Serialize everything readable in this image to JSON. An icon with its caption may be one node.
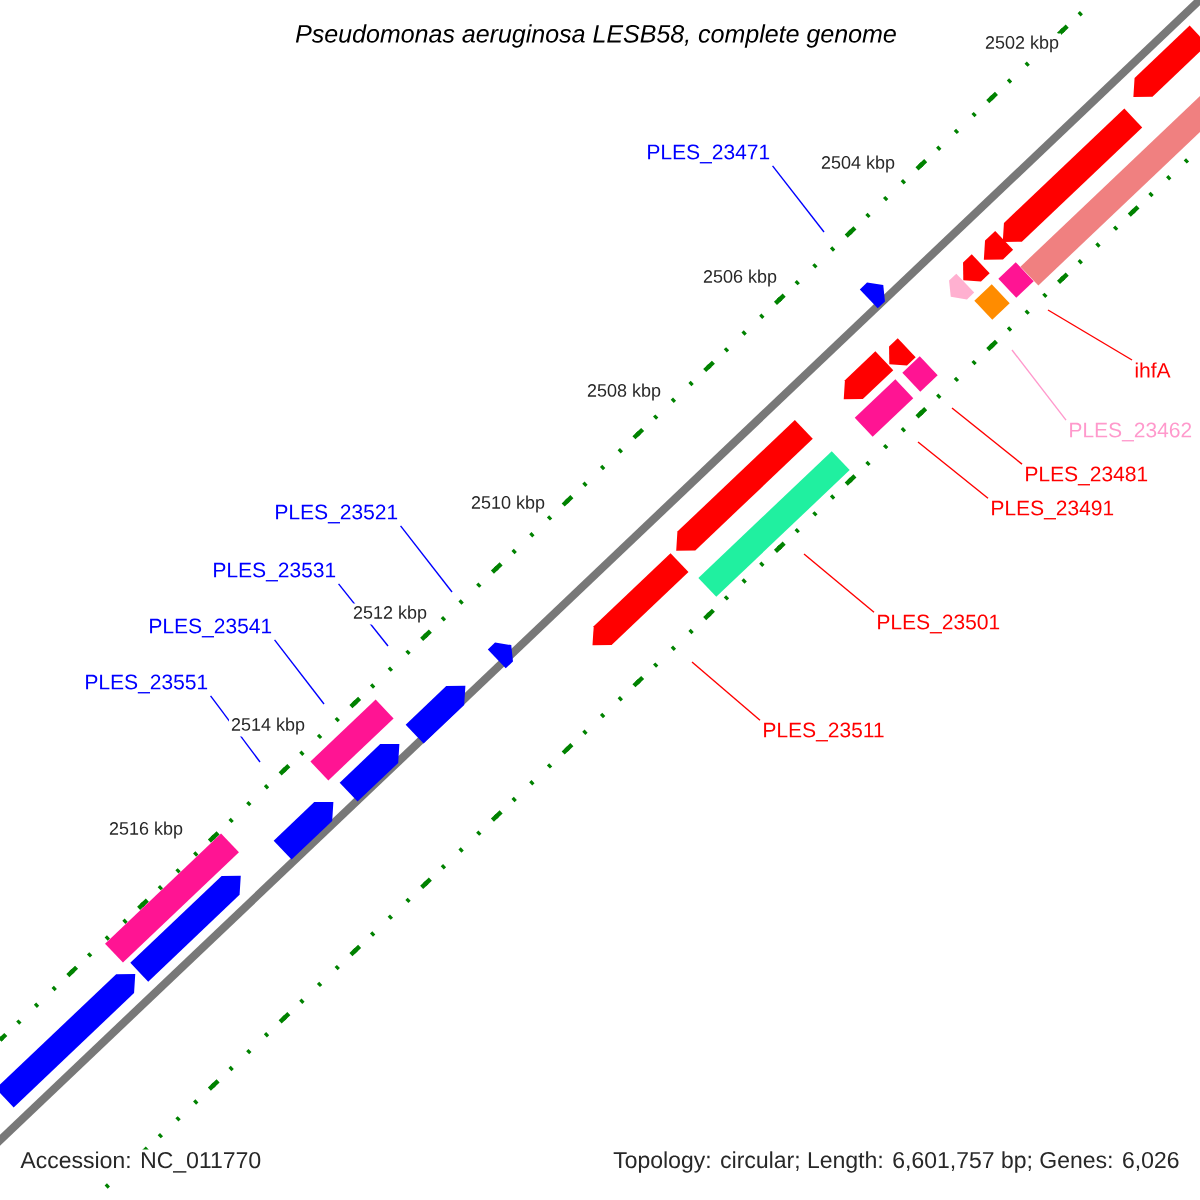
{
  "diagram": {
    "title": "Pseudomonas aeruginosa LESB58, complete genome",
    "nodes": [
      {
        "text": [
          "PLES_23471"
        ]
      },
      {
        "text": [
          "ihfA"
        ]
      },
      {
        "text": [
          "PLES_23462"
        ]
      },
      {
        "text": [
          "PLES_23481"
        ]
      },
      {
        "text": [
          "PLES_23491"
        ]
      },
      {
        "text": [
          "PLES_23501"
        ]
      },
      {
        "text": [
          "PLES_23511"
        ]
      },
      {
        "text": [
          "PLES_23521"
        ]
      },
      {
        "text": [
          "PLES_23531"
        ]
      },
      {
        "text": [
          "PLES_23541"
        ]
      },
      {
        "text": [
          "PLES_23551"
        ]
      }
    ],
    "edges": [
      {
        "from": 0,
        "to": null,
        "arrow": "none",
        "color": "#0000ff"
      },
      {
        "from": 1,
        "to": null,
        "arrow": "none",
        "color": "#ff0000"
      },
      {
        "from": 2,
        "to": null,
        "arrow": "none",
        "color": "#ff99cc"
      },
      {
        "from": 3,
        "to": null,
        "arrow": "none",
        "color": "#ff0000"
      },
      {
        "from": 4,
        "to": null,
        "arrow": "none",
        "color": "#ff0000"
      },
      {
        "from": 5,
        "to": null,
        "arrow": "none",
        "color": "#ff0000"
      },
      {
        "from": 6,
        "to": null,
        "arrow": "none",
        "color": "#ff0000"
      },
      {
        "from": 7,
        "to": null,
        "arrow": "none",
        "color": "#0000ff"
      },
      {
        "from": 8,
        "to": null,
        "arrow": "none",
        "color": "#0000ff"
      },
      {
        "from": 9,
        "to": null,
        "arrow": "none",
        "color": "#0000ff"
      },
      {
        "from": 10,
        "to": null,
        "arrow": "none",
        "color": "#0000ff"
      }
    ],
    "labels": [
      "2502 kbp",
      "2504 kbp",
      "2506 kbp",
      "2508 kbp",
      "2510 kbp",
      "2512 kbp",
      "2514 kbp",
      "2516 kbp",
      "Accession: NC_011770",
      "Topology: circular; Length: 6,601,757 bp; Genes: 6,026"
    ]
  }
}
